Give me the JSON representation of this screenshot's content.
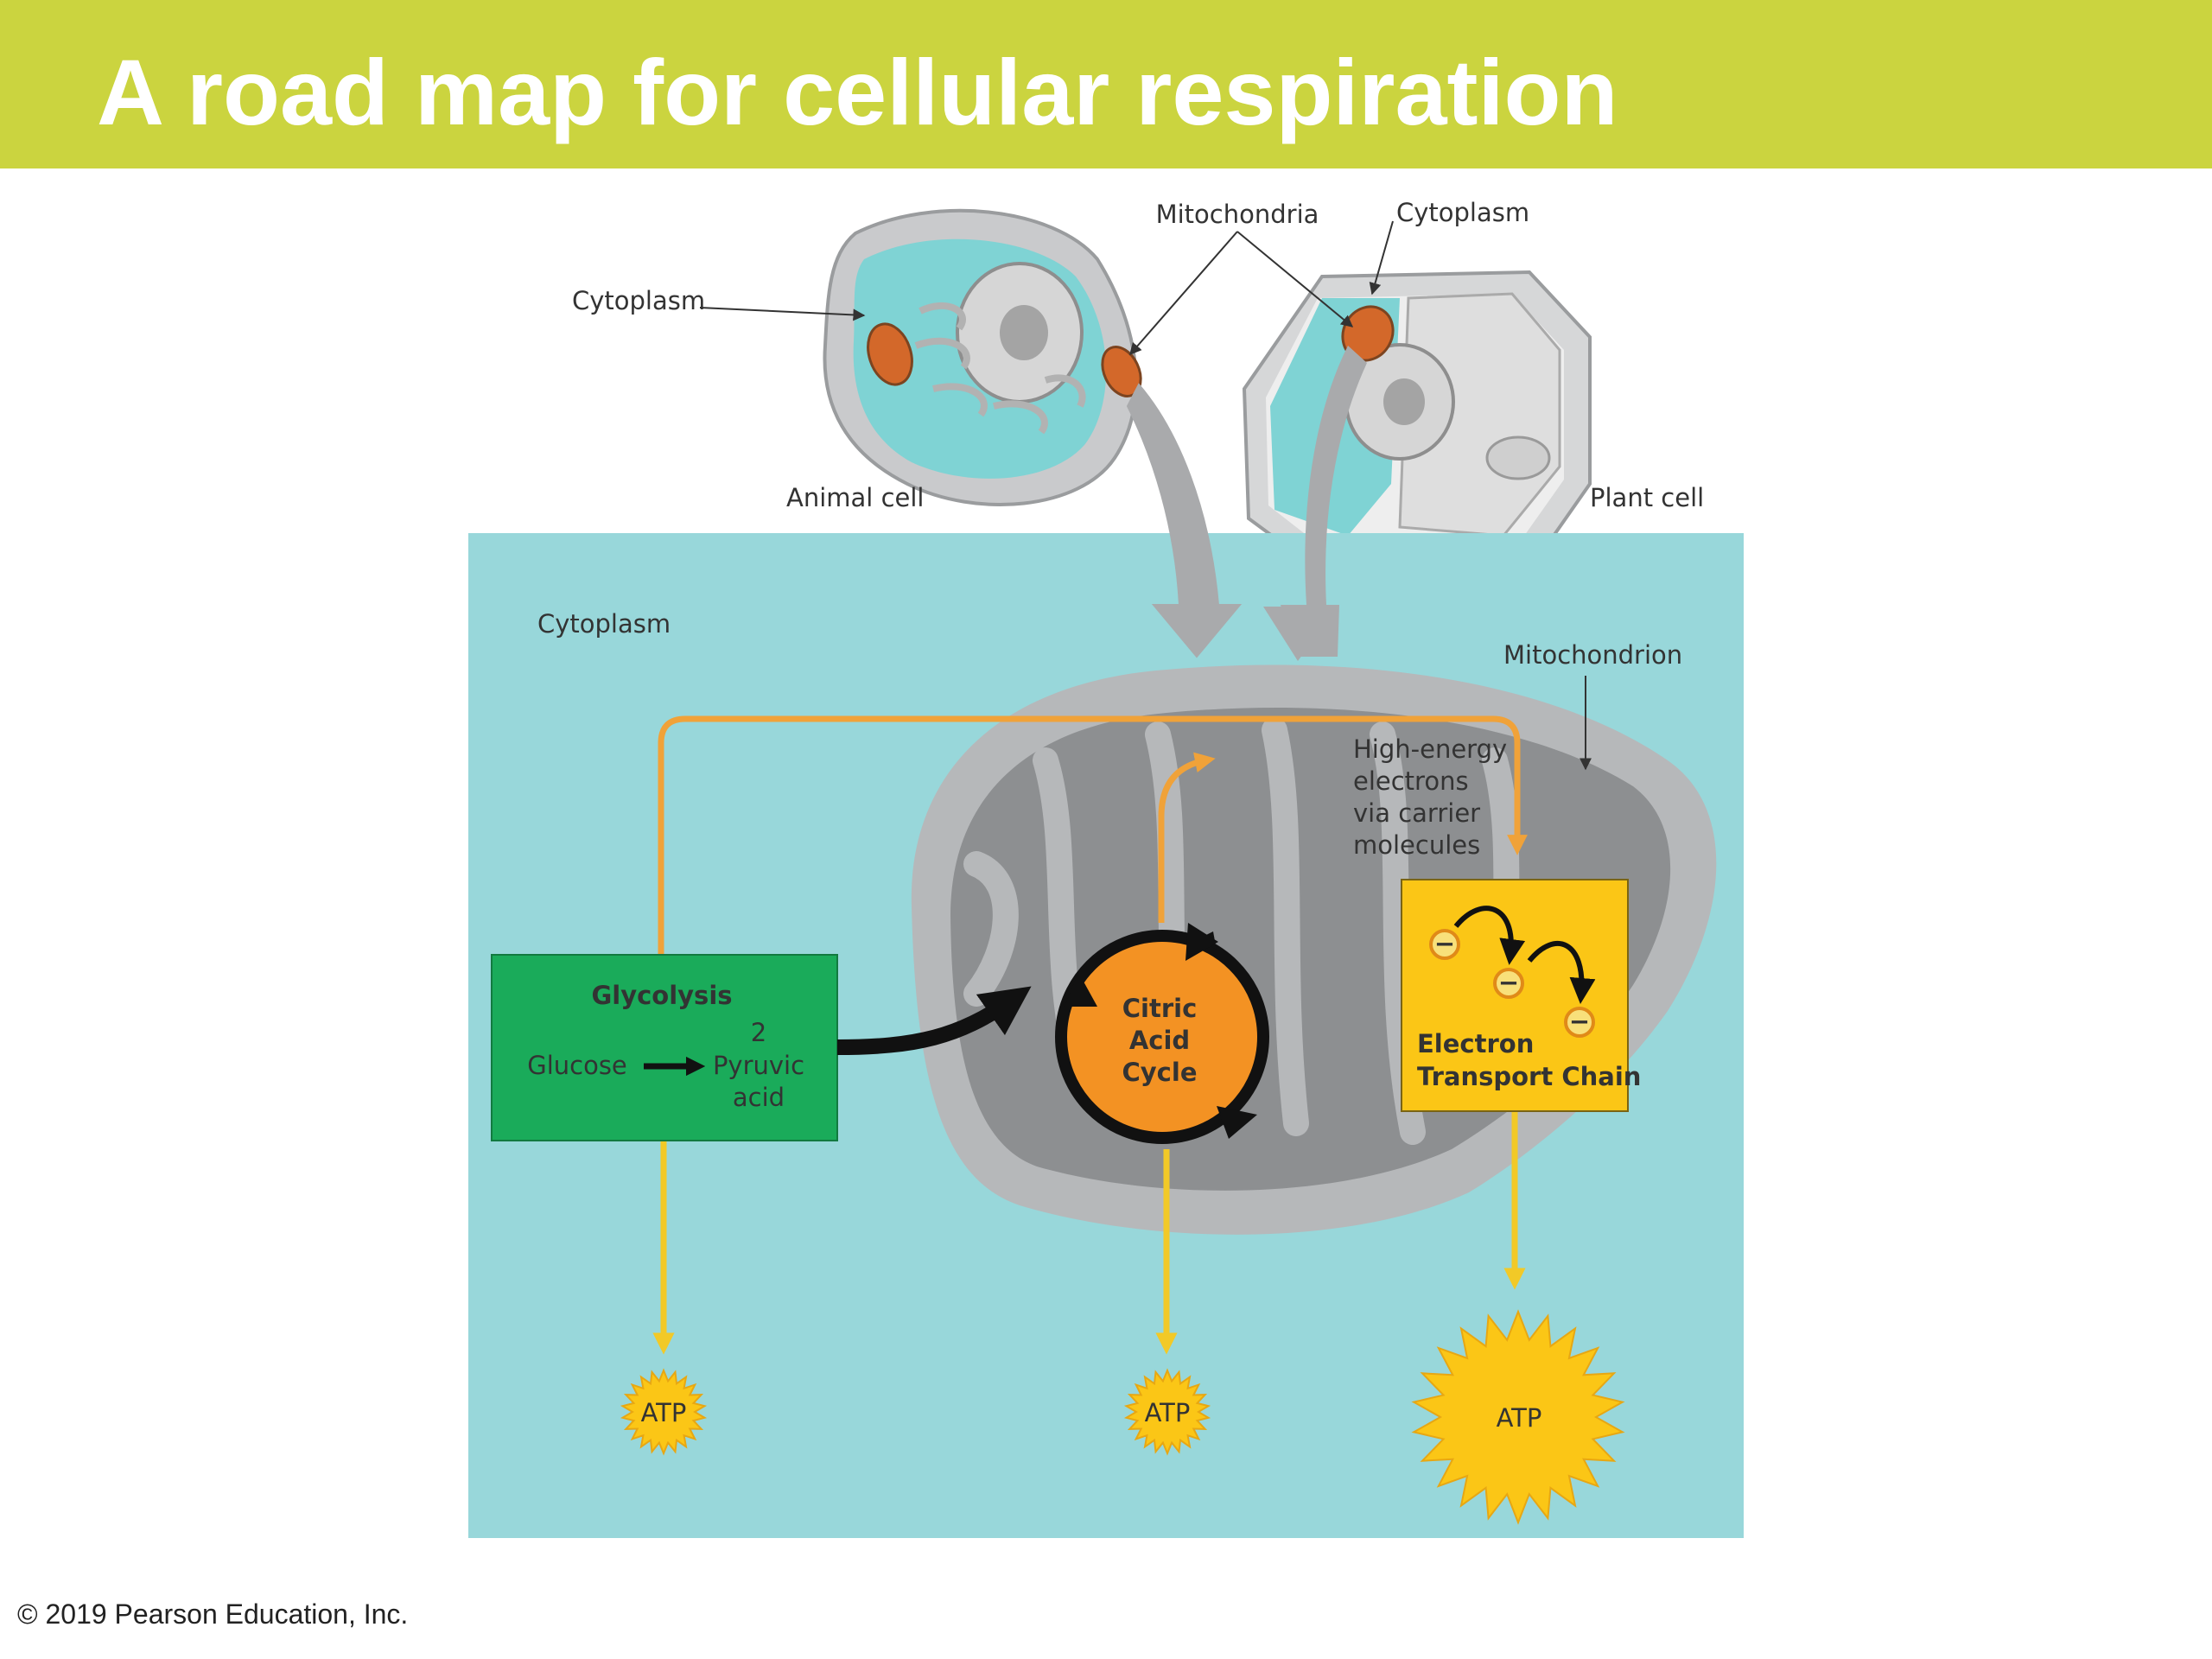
{
  "slide": {
    "title": "A road map for cellular respiration",
    "copyright": "© 2019 Pearson Education, Inc."
  },
  "cells": {
    "animal_label": "Animal cell",
    "plant_label": "Plant cell",
    "cytoplasm_left": "Cytoplasm",
    "cytoplasm_right": "Cytoplasm",
    "mitochondria": "Mitochondria"
  },
  "panel": {
    "cytoplasm": "Cytoplasm",
    "mitochondrion": "Mitochondrion",
    "electrons_lines": [
      "High-energy",
      "electrons",
      "via carrier",
      "molecules"
    ]
  },
  "glycolysis": {
    "title": "Glycolysis",
    "input": "Glucose",
    "output_count": "2",
    "output_lines": [
      "Pyruvic",
      "acid"
    ]
  },
  "citric_acid_cycle": {
    "lines": [
      "Citric",
      "Acid",
      "Cycle"
    ]
  },
  "electron_transport_chain": {
    "lines": [
      "Electron",
      "Transport Chain"
    ],
    "electron_symbol": "−"
  },
  "atp": {
    "label": "ATP"
  },
  "colors": {
    "title_bar": "#cbd43f",
    "cytoplasm_panel": "#98d7da",
    "glycolysis_box": "#1aab5a",
    "citric_cycle": "#f39223",
    "etc_box": "#fbc616",
    "electron_path": "#f0a239",
    "atp_arrow": "#f2c927",
    "mitochondrion": "#b6b8ba"
  }
}
